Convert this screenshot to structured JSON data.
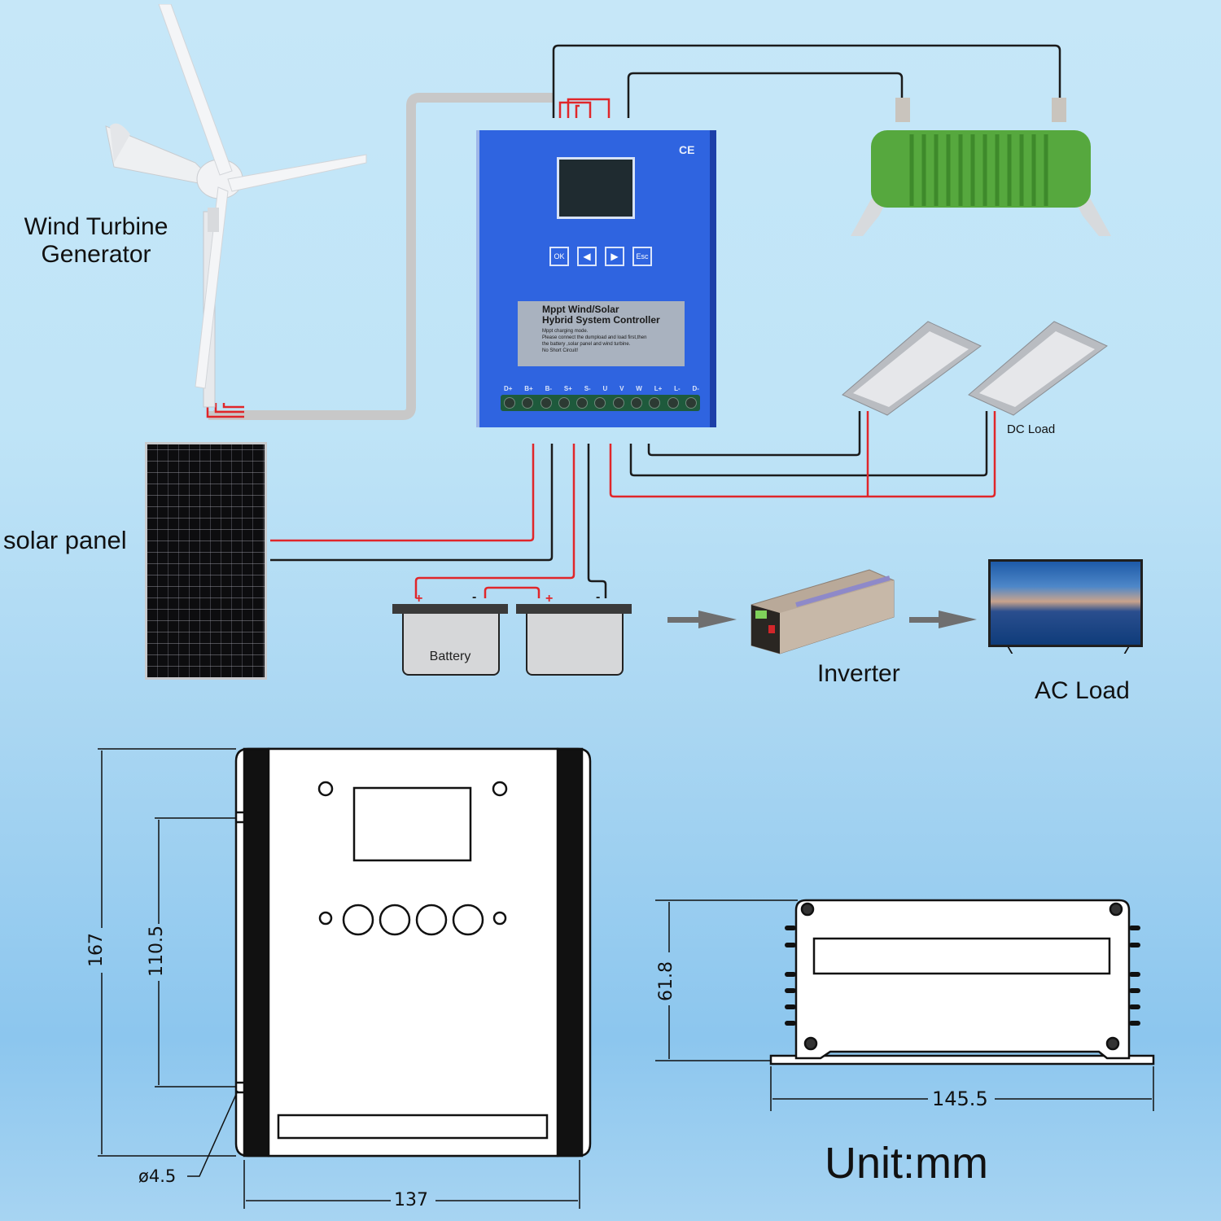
{
  "labels": {
    "wind_turbine": [
      "Wind Turbine",
      "Generator"
    ],
    "solar_panel": "solar panel",
    "dc_load": "DC Load",
    "battery": "Battery",
    "inverter": "Inverter",
    "ac_load": "AC Load",
    "unit": "Unit:mm"
  },
  "controller": {
    "title_line1": "Mppt Wind/Solar",
    "title_line2": "Hybrid System Controller",
    "notice": [
      "Mppt charging mode.",
      "Please connect the dumpload and load first,then",
      "the battery ,solar panel and wind turbine.",
      "No Short Circuit!"
    ],
    "buttons": [
      "OK",
      "◀",
      "▶",
      "Esc"
    ],
    "cert_mark": "CE",
    "terminals": [
      "D+",
      "B+",
      "B-",
      "S+",
      "S-",
      "U",
      "V",
      "W",
      "L+",
      "L-",
      "D-"
    ],
    "colors": {
      "body": "#2f64e0",
      "edge": "#1d3fa8",
      "screen": "#1f2b30"
    }
  },
  "battery_terminals": {
    "positive": "+",
    "negative": "-"
  },
  "dimensions": {
    "front_height": "167",
    "mount_hole_spacing": "110.5",
    "front_width": "137",
    "hole_diameter": "ø4.5",
    "side_height": "61.8",
    "side_width": "145.5"
  },
  "wire_colors": {
    "positive": "#e0262a",
    "negative": "#1b1b1b"
  }
}
